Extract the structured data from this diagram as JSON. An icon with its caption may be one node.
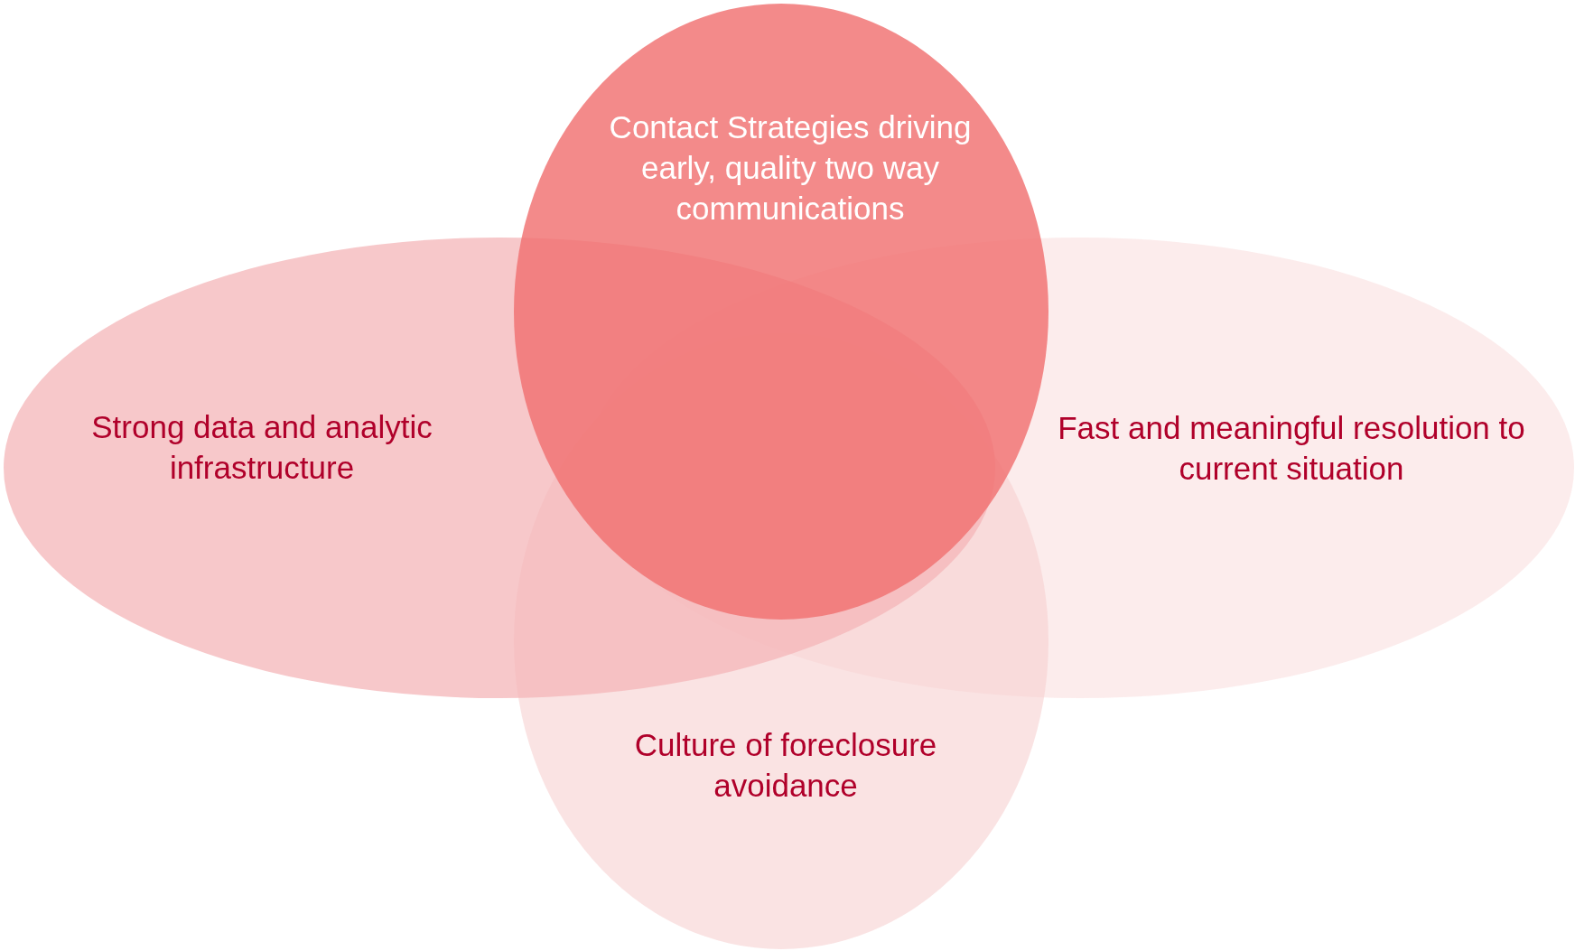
{
  "diagram": {
    "nodes": [
      {
        "text": [
          "Contact Strategies driving early, quality two way communications"
        ]
      },
      {
        "text": [
          "Strong data and analytic infrastructure"
        ]
      },
      {
        "text": [
          "Fast and meaningful resolution to current situation"
        ]
      },
      {
        "text": [
          "Culture of foreclosure avoidance"
        ]
      }
    ]
  }
}
